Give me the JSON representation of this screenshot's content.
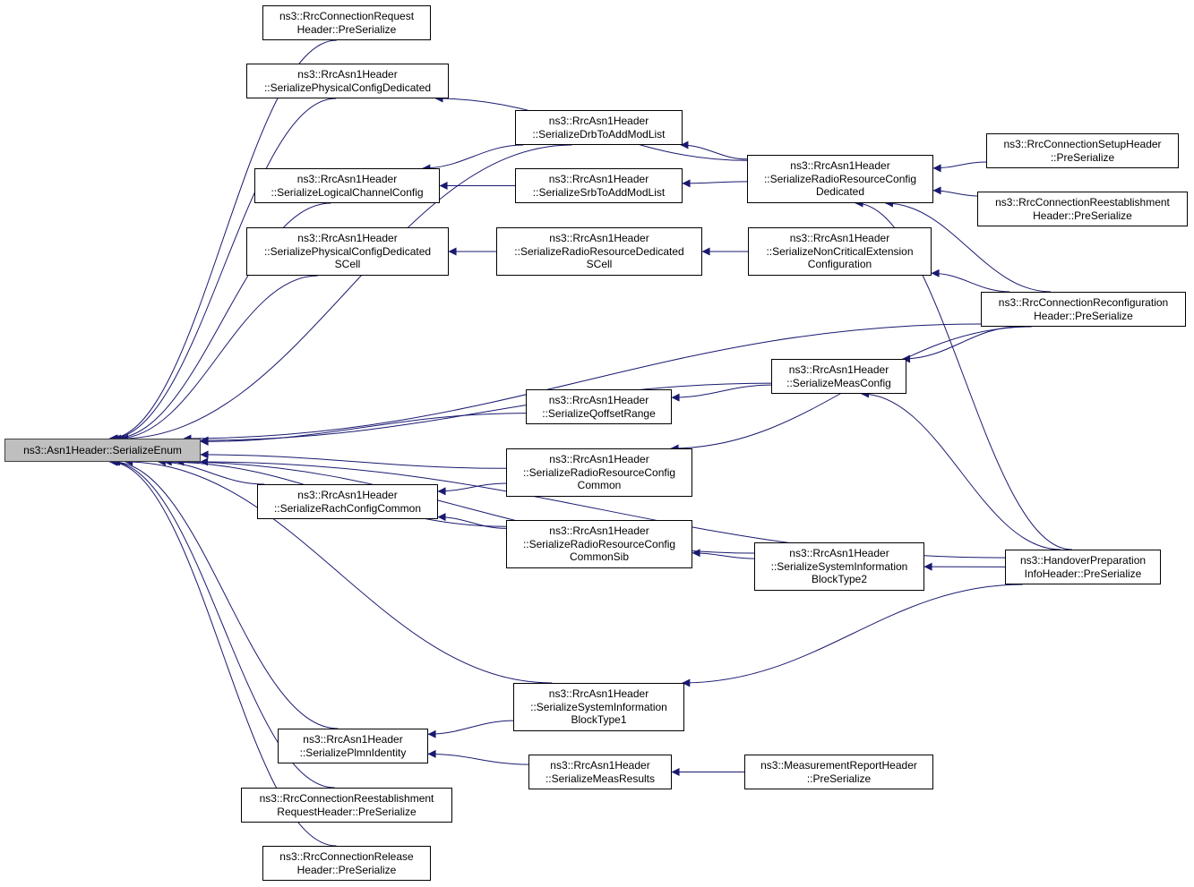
{
  "graph": {
    "edge_color": "#191970",
    "root_fill": "#bfbfbf",
    "nodes": [
      {
        "id": "root",
        "lines": [
          "ns3::Asn1Header::SerializeEnum"
        ]
      },
      {
        "id": "n1",
        "lines": [
          "ns3::RrcConnectionRequest",
          "Header::PreSerialize"
        ]
      },
      {
        "id": "n2",
        "lines": [
          "ns3::RrcAsn1Header",
          "::SerializePhysicalConfigDedicated"
        ]
      },
      {
        "id": "n3",
        "lines": [
          "ns3::RrcAsn1Header",
          "::SerializeDrbToAddModList"
        ]
      },
      {
        "id": "n4",
        "lines": [
          "ns3::RrcAsn1Header",
          "::SerializeLogicalChannelConfig"
        ]
      },
      {
        "id": "n5",
        "lines": [
          "ns3::RrcAsn1Header",
          "::SerializeSrbToAddModList"
        ]
      },
      {
        "id": "n6",
        "lines": [
          "ns3::RrcAsn1Header",
          "::SerializeRadioResourceConfig",
          "Dedicated"
        ]
      },
      {
        "id": "n7",
        "lines": [
          "ns3::RrcConnectionSetupHeader",
          "::PreSerialize"
        ]
      },
      {
        "id": "n8",
        "lines": [
          "ns3::RrcConnectionReestablishment",
          "Header::PreSerialize"
        ]
      },
      {
        "id": "n9",
        "lines": [
          "ns3::RrcAsn1Header",
          "::SerializePhysicalConfigDedicated",
          "SCell"
        ]
      },
      {
        "id": "n10",
        "lines": [
          "ns3::RrcAsn1Header",
          "::SerializeRadioResourceDedicated",
          "SCell"
        ]
      },
      {
        "id": "n11",
        "lines": [
          "ns3::RrcAsn1Header",
          "::SerializeNonCriticalExtension",
          "Configuration"
        ]
      },
      {
        "id": "n12",
        "lines": [
          "ns3::RrcConnectionReconfiguration",
          "Header::PreSerialize"
        ]
      },
      {
        "id": "n13",
        "lines": [
          "ns3::RrcAsn1Header",
          "::SerializeMeasConfig"
        ]
      },
      {
        "id": "n14",
        "lines": [
          "ns3::RrcAsn1Header",
          "::SerializeQoffsetRange"
        ]
      },
      {
        "id": "n15",
        "lines": [
          "ns3::RrcAsn1Header",
          "::SerializeRadioResourceConfig",
          "Common"
        ]
      },
      {
        "id": "n16",
        "lines": [
          "ns3::RrcAsn1Header",
          "::SerializeRachConfigCommon"
        ]
      },
      {
        "id": "n17",
        "lines": [
          "ns3::RrcAsn1Header",
          "::SerializeRadioResourceConfig",
          "CommonSib"
        ]
      },
      {
        "id": "n18",
        "lines": [
          "ns3::RrcAsn1Header",
          "::SerializeSystemInformation",
          "BlockType2"
        ]
      },
      {
        "id": "n19",
        "lines": [
          "ns3::HandoverPreparation",
          "InfoHeader::PreSerialize"
        ]
      },
      {
        "id": "n20",
        "lines": [
          "ns3::RrcAsn1Header",
          "::SerializeSystemInformation",
          "BlockType1"
        ]
      },
      {
        "id": "n21",
        "lines": [
          "ns3::RrcAsn1Header",
          "::SerializePlmnIdentity"
        ]
      },
      {
        "id": "n22",
        "lines": [
          "ns3::RrcAsn1Header",
          "::SerializeMeasResults"
        ]
      },
      {
        "id": "n23",
        "lines": [
          "ns3::MeasurementReportHeader",
          "::PreSerialize"
        ]
      },
      {
        "id": "n24",
        "lines": [
          "ns3::RrcConnectionReestablishment",
          "RequestHeader::PreSerialize"
        ]
      },
      {
        "id": "n25",
        "lines": [
          "ns3::RrcConnectionRelease",
          "Header::PreSerialize"
        ]
      }
    ],
    "edges": [
      {
        "from": "n1",
        "to": "root"
      },
      {
        "from": "n2",
        "to": "root"
      },
      {
        "from": "n3",
        "to": "root"
      },
      {
        "from": "n4",
        "to": "root"
      },
      {
        "from": "n9",
        "to": "root"
      },
      {
        "from": "n12",
        "to": "root"
      },
      {
        "from": "n13",
        "to": "root"
      },
      {
        "from": "n14",
        "to": "root"
      },
      {
        "from": "n15",
        "to": "root"
      },
      {
        "from": "n16",
        "to": "root"
      },
      {
        "from": "n17",
        "to": "root"
      },
      {
        "from": "n18",
        "to": "root"
      },
      {
        "from": "n19",
        "to": "root"
      },
      {
        "from": "n20",
        "to": "root"
      },
      {
        "from": "n21",
        "to": "root"
      },
      {
        "from": "n24",
        "to": "root"
      },
      {
        "from": "n25",
        "to": "root"
      },
      {
        "from": "n6",
        "to": "n2"
      },
      {
        "from": "n3",
        "to": "n4"
      },
      {
        "from": "n5",
        "to": "n4"
      },
      {
        "from": "n6",
        "to": "n3"
      },
      {
        "from": "n6",
        "to": "n5"
      },
      {
        "from": "n7",
        "to": "n6"
      },
      {
        "from": "n8",
        "to": "n6"
      },
      {
        "from": "n12",
        "to": "n6"
      },
      {
        "from": "n19",
        "to": "n6"
      },
      {
        "from": "n10",
        "to": "n9"
      },
      {
        "from": "n11",
        "to": "n10"
      },
      {
        "from": "n12",
        "to": "n11"
      },
      {
        "from": "n12",
        "to": "n13"
      },
      {
        "from": "n19",
        "to": "n13"
      },
      {
        "from": "n13",
        "to": "n14"
      },
      {
        "from": "n12",
        "to": "n15"
      },
      {
        "from": "n15",
        "to": "n16"
      },
      {
        "from": "n17",
        "to": "n16"
      },
      {
        "from": "n18",
        "to": "n17"
      },
      {
        "from": "n19",
        "to": "n18"
      },
      {
        "from": "n19",
        "to": "n20"
      },
      {
        "from": "n20",
        "to": "n21"
      },
      {
        "from": "n22",
        "to": "n21"
      },
      {
        "from": "n23",
        "to": "n22"
      }
    ]
  }
}
